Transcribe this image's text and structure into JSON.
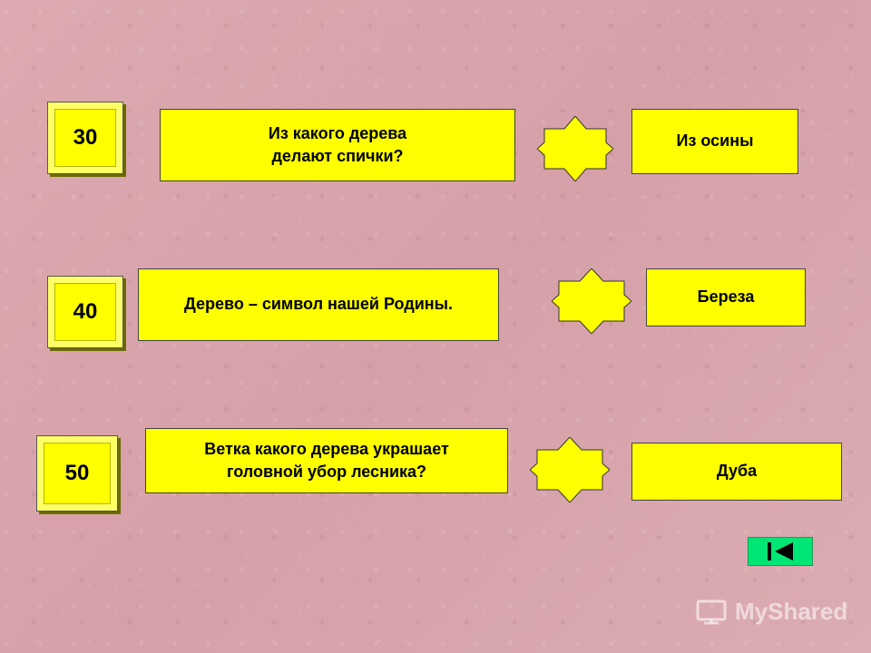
{
  "rows": [
    {
      "points": "30",
      "question": "Из какого дерева\nделают спички?",
      "answer": "Из осины"
    },
    {
      "points": "40",
      "question": "Дерево – символ нашей Родины.",
      "answer": "Береза"
    },
    {
      "points": "50",
      "question": "Ветка какого дерева украшает\nголовной убор лесника?",
      "answer": "Дуба"
    }
  ],
  "watermark": {
    "text": "MyShared"
  },
  "colors": {
    "tile": "#ffff00",
    "background": "#d9a7ad",
    "nav_button": "#00e676"
  },
  "icons": {
    "reveal": "star-icon",
    "end_show": "end-show-icon",
    "watermark": "projector-icon"
  }
}
